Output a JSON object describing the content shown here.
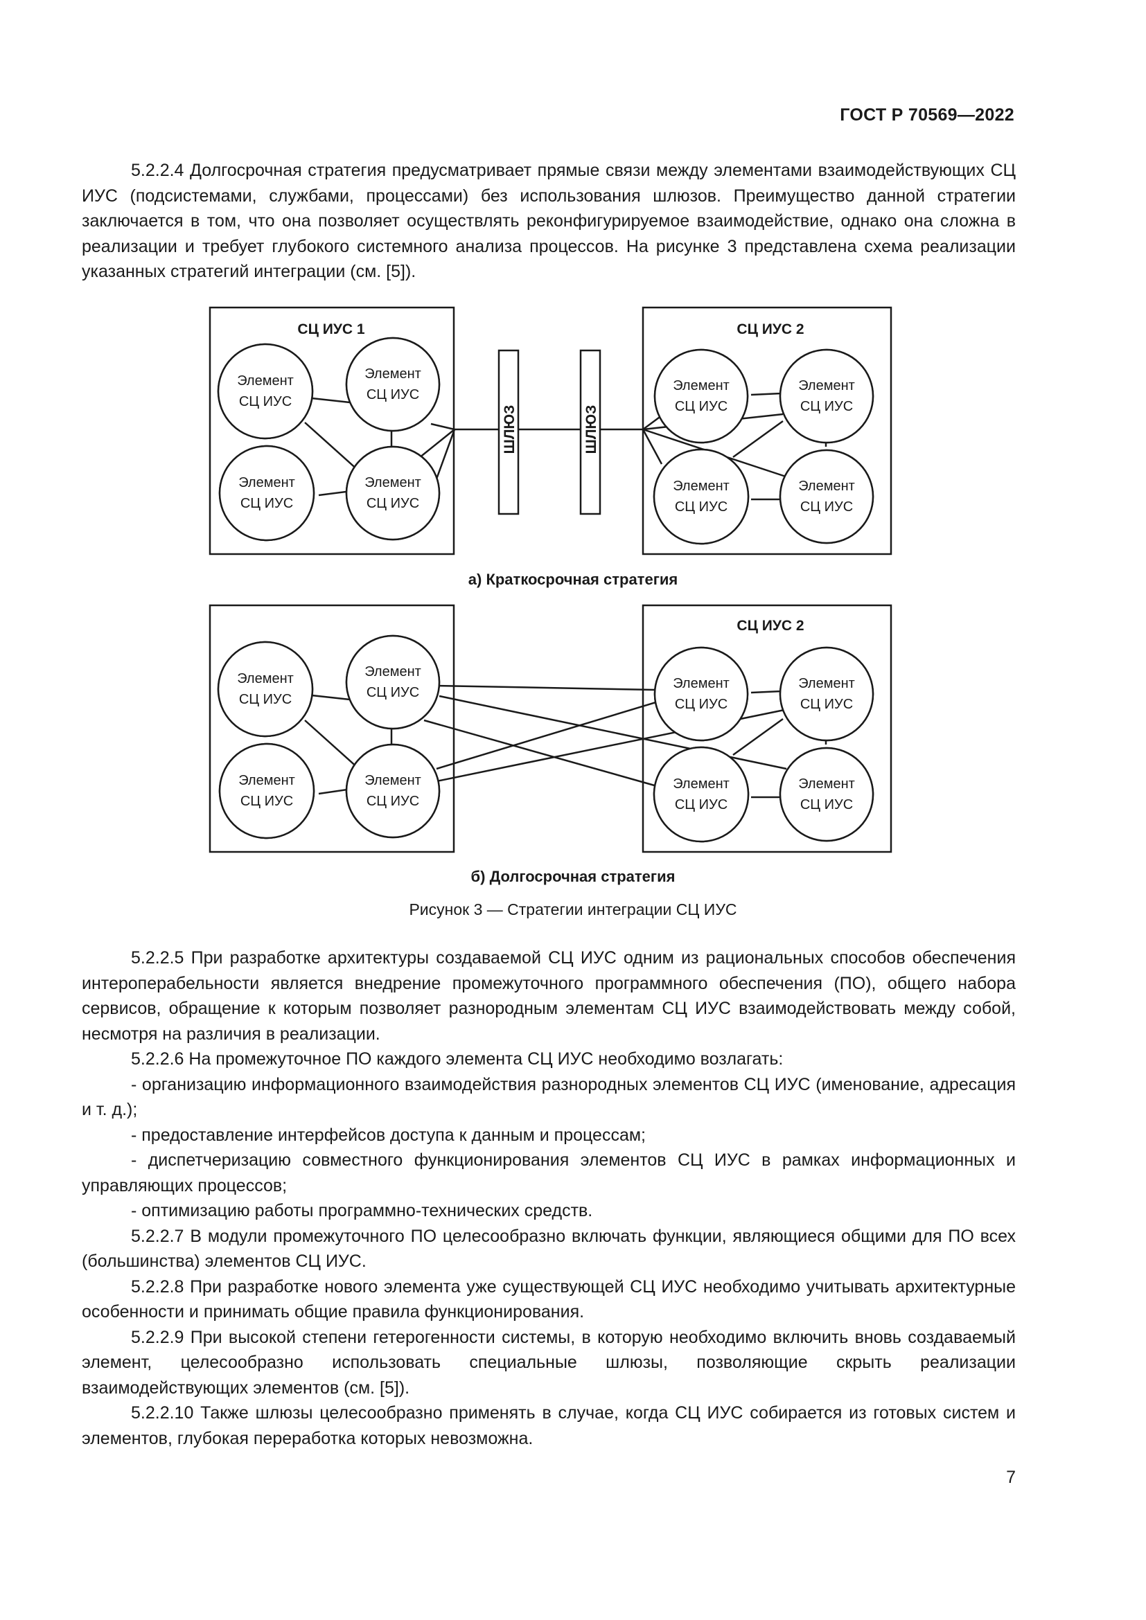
{
  "header": {
    "doc_id": "ГОСТ Р 70569—2022"
  },
  "block1": {
    "p1": "5.2.2.4 Долгосрочная стратегия предусматривает прямые связи между элементами взаимодействующих СЦ ИУС (подсистемами, службами, процессами) без использования шлюзов. Преимущество данной стратегии заключается в том, что она позволяет осуществлять реконфигурируемое взаимодействие, однако она сложна в реализации и требует глубокого системного анализа процессов. На рисунке 3 представлена схема реализации указанных стратегий интеграции (см. [5])."
  },
  "figure": {
    "system1_label": "СЦ ИУС 1",
    "system2_label": "СЦ ИУС 2",
    "element_line1": "Элемент",
    "element_line2": "СЦ ИУС",
    "gateway_label": "ШЛЮЗ",
    "caption_a": "а) Краткосрочная стратегия",
    "caption_b": "б) Долгосрочная стратегия",
    "title": "Рисунок 3 — Стратегии интеграции СЦ ИУС"
  },
  "block2": {
    "p1": "5.2.2.5 При разработке архитектуры создаваемой СЦ ИУС одним из рациональных способов обеспечения интероперабельности является внедрение промежуточного программного обеспечения (ПО), общего набора сервисов, обращение к которым позволяет разнородным элементам СЦ ИУС взаимодействовать между собой, несмотря на различия в реализации.",
    "p2": "5.2.2.6 На промежуточное ПО каждого элемента СЦ ИУС необходимо возлагать:",
    "li1": "- организацию информационного взаимодействия разнородных элементов СЦ ИУС (именование, адресация и т. д.);",
    "li2": "- предоставление интерфейсов доступа к данным и процессам;",
    "li3": "- диспетчеризацию совместного функционирования элементов СЦ ИУС в рамках информационных и управляющих процессов;",
    "li4": "- оптимизацию работы программно-технических средств.",
    "p3": "5.2.2.7 В модули промежуточного ПО целесообразно включать функции, являющиеся общими для ПО всех (большинства) элементов СЦ ИУС.",
    "p4": "5.2.2.8 При разработке нового элемента уже существующей СЦ ИУС необходимо учитывать архитектурные особенности и принимать общие правила функционирования.",
    "p5": "5.2.2.9 При высокой степени гетерогенности системы, в которую необходимо включить вновь создаваемый элемент, целесообразно использовать специальные шлюзы, позволяющие скрыть реализации взаимодействующих элементов (см. [5]).",
    "p6": "5.2.2.10 Также шлюзы целесообразно применять в случае, когда СЦ ИУС собирается из готовых систем и элементов, глубокая переработка которых невозможна."
  },
  "page_number": "7"
}
